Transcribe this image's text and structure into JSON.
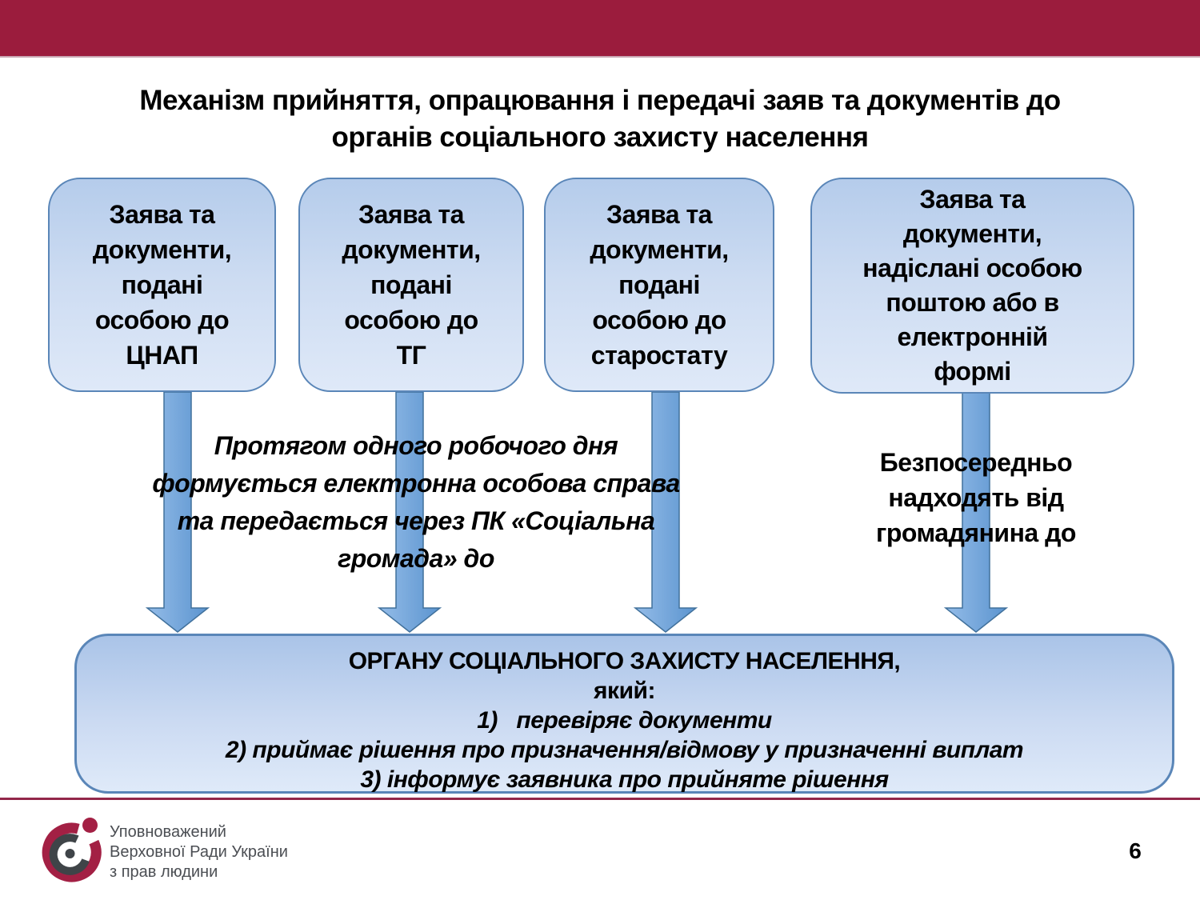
{
  "slide": {
    "title": "Механізм прийняття, опрацювання і передачі заяв та документів до\nорганів соціального захисту населення",
    "page_number": "6"
  },
  "boxes": [
    {
      "id": "cnap",
      "text": "Заява та\nдокументи,\nподані\nособою до\nЦНАП"
    },
    {
      "id": "tg",
      "text": "Заява та\nдокументи,\nподані\nособою до\nТГ"
    },
    {
      "id": "starostat",
      "text": "Заява та\nдокументи,\nподані\nособою до\nстаростату"
    },
    {
      "id": "mail-electronic",
      "text": "Заява та\nдокументи,\nнадіслані особою\nпоштою або в\nелектронній\nформі"
    }
  ],
  "notes": {
    "process_note": "Протягом одного робочого дня\nформується електронна особова справа\nта передається через ПК «Соціальна\nгромада» до",
    "direct_note": "Безпосередньо\nнадходять від\nгромадянина до"
  },
  "bottom_box": {
    "title": "ОРГАНУ СОЦІАЛЬНОГО ЗАХИСТУ НАСЕЛЕННЯ,",
    "subtitle": "який:",
    "items": [
      "1)   перевіряє документи",
      "2) приймає рішення про призначення/відмову у призначенні виплат",
      "3) інформує заявника про прийняте рішення"
    ]
  },
  "footer": {
    "logo_text": "Уповноважений\nВерховної Ради України\nз прав людини"
  },
  "colors": {
    "banner": "#9B1C3D",
    "box_border": "#5A86B8",
    "box_fill_top": "#B5CCEB",
    "box_fill_bottom": "#DFE9F8",
    "arrow_fill_light": "#94BCE8",
    "arrow_fill_dark": "#5B94CF",
    "accent_line": "#93274A",
    "logo_crimson": "#A32044",
    "logo_gray": "#3F4448"
  }
}
